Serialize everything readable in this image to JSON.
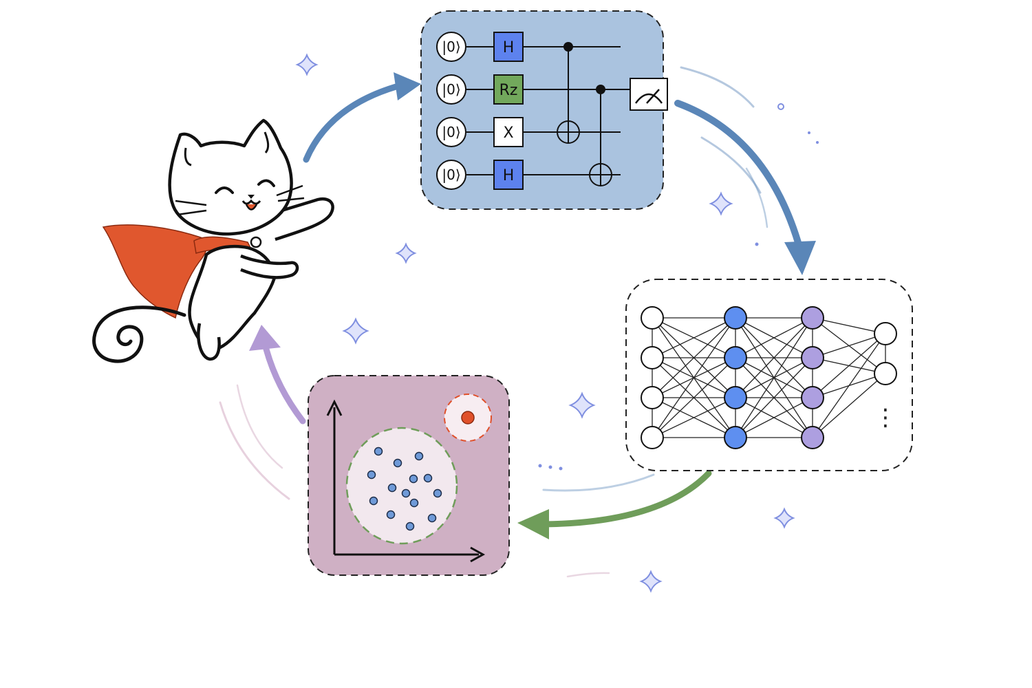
{
  "colors": {
    "circuit_panel": "#aac3df",
    "gate_h": "#5d82ee",
    "gate_rz": "#72a85c",
    "gate_x": "#ffffff",
    "plot_panel": "#cfb0c4",
    "cape": "#e0572e",
    "arrow_blue": "#5a86b8",
    "arrow_green": "#6f9d5a",
    "arrow_purple": "#b29ad4",
    "hidden_layer_1": "#5e8ff0",
    "hidden_layer_2": "#ad9fe0",
    "outlier_point": "#e0502a",
    "cluster_point": "#6f9ad8",
    "sparkle": "#7f8fe0"
  },
  "circuit": {
    "qubits": [
      {
        "label": "|0⟩"
      },
      {
        "label": "|0⟩"
      },
      {
        "label": "|0⟩"
      },
      {
        "label": "|0⟩"
      }
    ],
    "gates": [
      {
        "label": "H",
        "qubit": 0
      },
      {
        "label": "Rz",
        "qubit": 1
      },
      {
        "label": "X",
        "qubit": 2
      },
      {
        "label": "H",
        "qubit": 3
      }
    ],
    "cnots": [
      {
        "control": 0,
        "target": 2
      },
      {
        "control": 1,
        "target": 3
      }
    ],
    "measurement": "meter-icon"
  },
  "network": {
    "layers": [
      4,
      4,
      4,
      2
    ],
    "ellipsis": "⋮"
  },
  "plot": {
    "cluster_points": 14,
    "outlier_points": 1
  },
  "icons": {
    "mascot": "superhero-cat-icon",
    "sparkle": "sparkle-icon"
  }
}
